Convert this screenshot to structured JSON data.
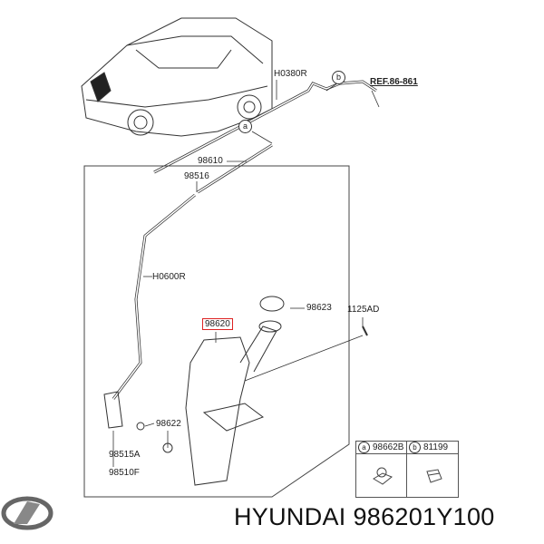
{
  "diagram": {
    "labels": {
      "h0380r": "H0380R",
      "b": "b",
      "ref": "REF.86-861",
      "a": "a",
      "p98610": "98610",
      "p98516": "98516",
      "h0600r": "H0600R",
      "p98623": "98623",
      "p1125ad": "1125AD",
      "p98620": "98620",
      "p98622": "98622",
      "p98515a": "98515A",
      "p98510f": "98510F"
    },
    "highlighted_part": "98620",
    "highlight_color": "#dd2222",
    "legend": [
      {
        "marker": "a",
        "part": "98662B"
      },
      {
        "marker": "b",
        "part": "81199"
      }
    ]
  },
  "footer": {
    "brand": "HYUNDAI",
    "part_number": "986201Y100",
    "logo": "hyundai-logo"
  }
}
